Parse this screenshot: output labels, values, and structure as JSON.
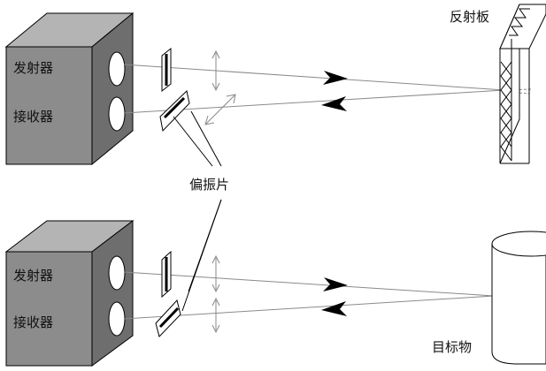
{
  "figure": {
    "upper_unit": {
      "transmitter_label": "发射器",
      "receiver_label": "接收器"
    },
    "lower_unit": {
      "transmitter_label": "发射器",
      "receiver_label": "接收器"
    },
    "reflector_label": "反射板",
    "polarizer_label": "偏振片",
    "target_label": "目标物"
  },
  "colors": {
    "box_front": "#8c8c8c",
    "box_top": "#b4b4b4",
    "box_side": "#6e6e6e",
    "line": "#000000",
    "beam": "#8a8a8a",
    "arrow": "#000000"
  }
}
